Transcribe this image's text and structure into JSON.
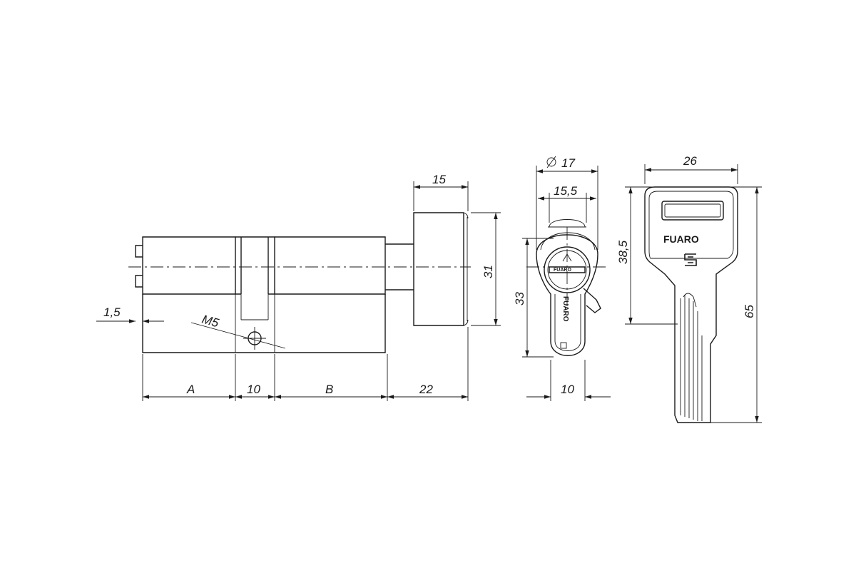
{
  "dimensions": {
    "knob_width": "15",
    "height_31": "31",
    "offset": "1,5",
    "thread": "M5",
    "length_a": "A",
    "center_10": "10",
    "length_b": "B",
    "knob_length": "22",
    "diameter_label": "17",
    "width_15_5": "15,5",
    "height_33": "33",
    "bottom_10": "10",
    "key_width": "26",
    "key_head": "38,5",
    "key_length": "65"
  },
  "branding": {
    "key_brand": "FUARO",
    "profile_brand": "FUARO",
    "plug_text": "FUARO"
  },
  "colors": {
    "line": "#1a1a1a",
    "background": "#ffffff"
  }
}
